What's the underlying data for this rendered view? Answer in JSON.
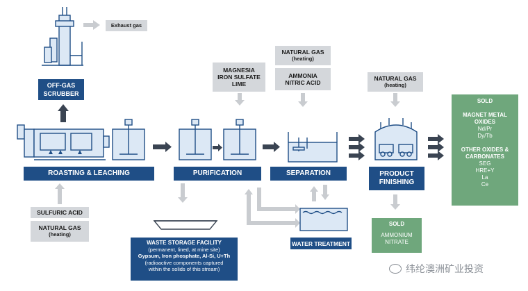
{
  "labels": {
    "exhaust_gas": "Exhaust gas",
    "off_gas_scrubber": "OFF-GAS\nSCRUBBER",
    "roasting_leaching": "ROASTING & LEACHING",
    "purification": "PURIFICATION",
    "separation": "SEPARATION",
    "product_finishing": "PRODUCT\nFINISHING",
    "water_treatment": "WATER TREATMENT"
  },
  "inputs": {
    "sulfuric_acid": "SULFURIC ACID",
    "natural_gas_roast": "NATURAL GAS",
    "natural_gas_roast_sub": "(heating)",
    "magnesia": "MAGNESIA\nIRON SULFATE\nLIME",
    "natural_gas_sep": "NATURAL GAS",
    "natural_gas_sep_sub": "(heating)",
    "ammonia": "AMMONIA\nNITRIC ACID",
    "natural_gas_fin": "NATURAL GAS",
    "natural_gas_fin_sub": "(heating)"
  },
  "waste": {
    "title": "WASTE STORAGE FACILITY",
    "line1": "(permanent, lined, at mine site)",
    "line2": "Gypsum, Iron phosphate, Al-Si, U+Th",
    "line3": "(radioactive components captured",
    "line4": "within the solids of this stream)"
  },
  "sold_main": {
    "title": "SOLD",
    "group1": "MAGNET METAL\nOXIDES",
    "item1": "Nd/Pr",
    "item2": "Dy/Tb",
    "group2": "OTHER OXIDES &\nCARBONATES",
    "item3": "SEG",
    "item4": "HRE+Y",
    "item5": "La",
    "item6": "Ce"
  },
  "sold_ammonium": {
    "title": "SOLD",
    "product": "AMMONIUM\nNITRATE"
  },
  "watermark": "纬纶澳洲矿业投资",
  "colors": {
    "navy": "#1f4e86",
    "grey_box": "#d4d7db",
    "green": "#6fa77c",
    "equipment_fill": "#dce8f5",
    "arrow_dark": "#3a4452",
    "arrow_light": "#c9ccd0"
  }
}
